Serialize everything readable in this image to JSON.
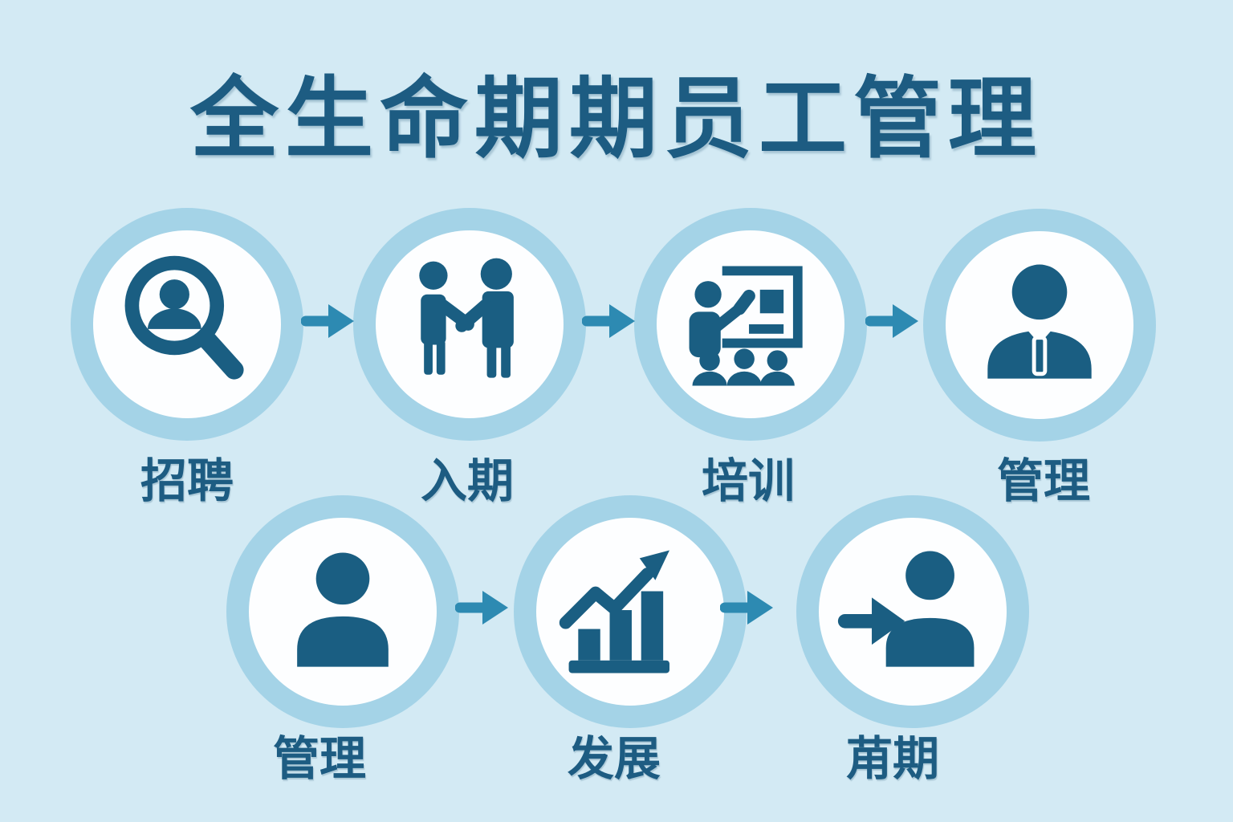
{
  "title": "全生命期期员工管理",
  "colors": {
    "background": "#d3eaf4",
    "circle_ring": "#a4d3e7",
    "circle_fill": "#fdfeff",
    "icon": "#1a5e82",
    "arrow": "#2d8ab2",
    "text": "#1d5c82"
  },
  "stages": [
    {
      "label": "招聘",
      "icon": "search-person-icon",
      "row": 1
    },
    {
      "label": "入期",
      "icon": "handshake-icon",
      "row": 1
    },
    {
      "label": "培训",
      "icon": "training-presentation-icon",
      "row": 1
    },
    {
      "label": "管理",
      "icon": "manager-bust-icon",
      "row": 1
    },
    {
      "label": "管理",
      "icon": "person-icon",
      "row": 2
    },
    {
      "label": "发展",
      "icon": "growth-chart-icon",
      "row": 2
    },
    {
      "label": "苚期",
      "icon": "person-exit-arrow-icon",
      "row": 2
    }
  ],
  "arrow_glyph": "→"
}
